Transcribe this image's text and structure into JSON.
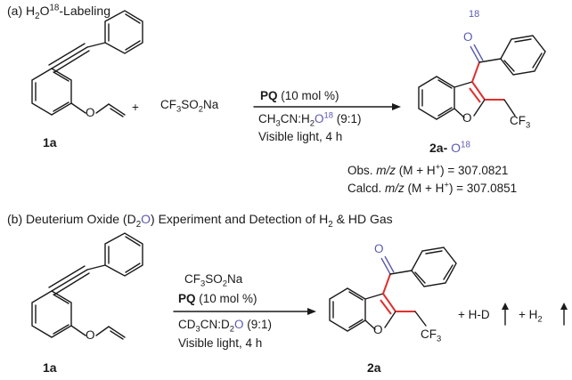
{
  "sectionA": {
    "title_pre": "(a) H",
    "title_sub": "2",
    "title_O": "O",
    "title_sup": "18",
    "title_post": "-Labeling",
    "reactant_label": "1a",
    "plus": "+",
    "reagent_pre": "CF",
    "reagent_sub1": "3",
    "reagent_mid": "SO",
    "reagent_sub2": "2",
    "reagent_post": "Na",
    "catalyst_bold": "PQ",
    "catalyst_rest": " (10 mol %)",
    "solvent_pre": "CH",
    "solvent_sub": "3",
    "solvent_mid": "CN:H",
    "solvent_sub2": "2",
    "solvent_O": "O",
    "solvent_sup": "18",
    "solvent_ratio": " (9:1)",
    "conditions": "Visible light, 4 h",
    "product_label": "2a-",
    "product_O": "O",
    "product_sup": "18",
    "iso_label": "18",
    "carbonyl_O": "O",
    "ring_O": "O",
    "cf3_pre": "CF",
    "cf3_sub": "3",
    "obs_pre": "Obs. ",
    "obs_mz": "m/z",
    "obs_post": " (M + H",
    "obs_sup": "+",
    "obs_val": ") = 307.0821",
    "calc_pre": "Calcd. ",
    "calc_mz": "m/z",
    "calc_post": "  (M + H",
    "calc_sup": "+",
    "calc_val": ") = 307.0851"
  },
  "sectionB": {
    "title_a": "(b) Deuterium Oxide (D",
    "title_sub1": "2",
    "title_O": "O",
    "title_b": ") Experiment and Detection of H",
    "title_sub2": "2",
    "title_c": " & HD Gas",
    "reactant_label": "1a",
    "reagent_pre": "CF",
    "reagent_sub1": "3",
    "reagent_mid": "SO",
    "reagent_sub2": "2",
    "reagent_post": "Na",
    "catalyst_bold": "PQ",
    "catalyst_rest": " (10 mol %)",
    "solvent_pre": "CD",
    "solvent_sub": "3",
    "solvent_mid": "CN:D",
    "solvent_sub2": "2",
    "solvent_O": "O",
    "solvent_ratio": " (9:1)",
    "conditions": "Visible light, 4 h",
    "product_label": "2a",
    "carbonyl_O": "O",
    "ring_O": "O",
    "cf3_pre": "CF",
    "cf3_sub": "3",
    "byproduct1": "+ H-D",
    "byproduct2": "+ H",
    "byproduct2_sub": "2"
  },
  "atoms": {
    "ether_O_a": "O",
    "ether_O_b": "O"
  }
}
